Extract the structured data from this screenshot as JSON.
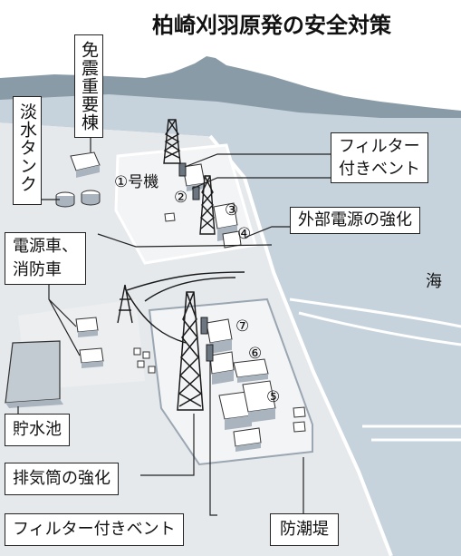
{
  "title": "柏崎刈羽原発の安全対策",
  "labels": {
    "emergency_building": "免震重要棟",
    "water_tank": "淡水タンク",
    "filter_vent_top": "フィルター\n付きベント",
    "power_enhance": "外部電源の強化",
    "vehicles": "電源車、\n消防車",
    "sea": "海",
    "reservoir": "貯水池",
    "stack_enhance": "排気筒の強化",
    "filter_vent_bottom": "フィルター付きベント",
    "seawall": "防潮堤"
  },
  "units": {
    "u1": "①号機",
    "u2": "②",
    "u3": "③",
    "u4": "④",
    "u5": "⑤",
    "u6": "⑥",
    "u7": "⑦"
  },
  "colors": {
    "mountain": "#8a9ba8",
    "sea": "#c6d3dc",
    "land": "#e6e9ec",
    "pad": "#f3f4f6",
    "building_top": "#ffffff",
    "building_side": "#a9b4be",
    "pool": "#c3cbd2",
    "tower": "#1a1a1a"
  }
}
